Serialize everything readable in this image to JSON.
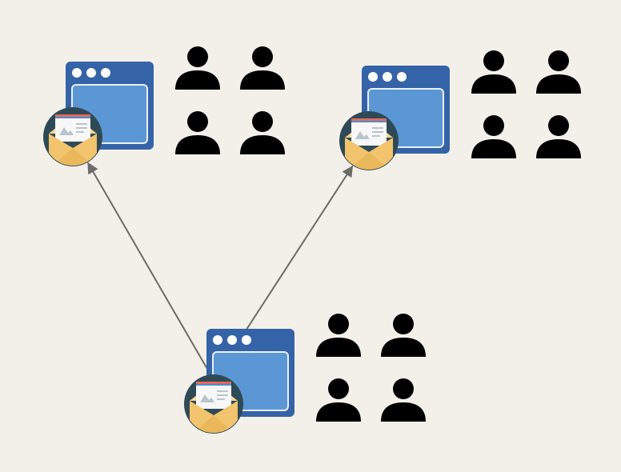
{
  "colors": {
    "background": "#f3f0e9",
    "window_frame": "#3563a8",
    "window_pane": "#5b97d4",
    "window_dot": "#ffffff",
    "badge_circle": "#2f4a57",
    "envelope": "#f2c46d",
    "envelope_flap": "#f6d796",
    "letter": "#f7f7f7",
    "person": "#000000",
    "arrow": "#6b6b6b"
  },
  "icons": {
    "node": "browser-window-icon",
    "badge": "email-envelope-icon",
    "member": "person-icon",
    "edge": "arrow"
  },
  "diagram": {
    "nodes": [
      {
        "id": "top-left",
        "members": 4
      },
      {
        "id": "top-right",
        "members": 4
      },
      {
        "id": "bottom",
        "members": 4
      }
    ],
    "edges": [
      {
        "from": "bottom",
        "to": "top-left"
      },
      {
        "from": "bottom",
        "to": "top-right"
      }
    ]
  }
}
